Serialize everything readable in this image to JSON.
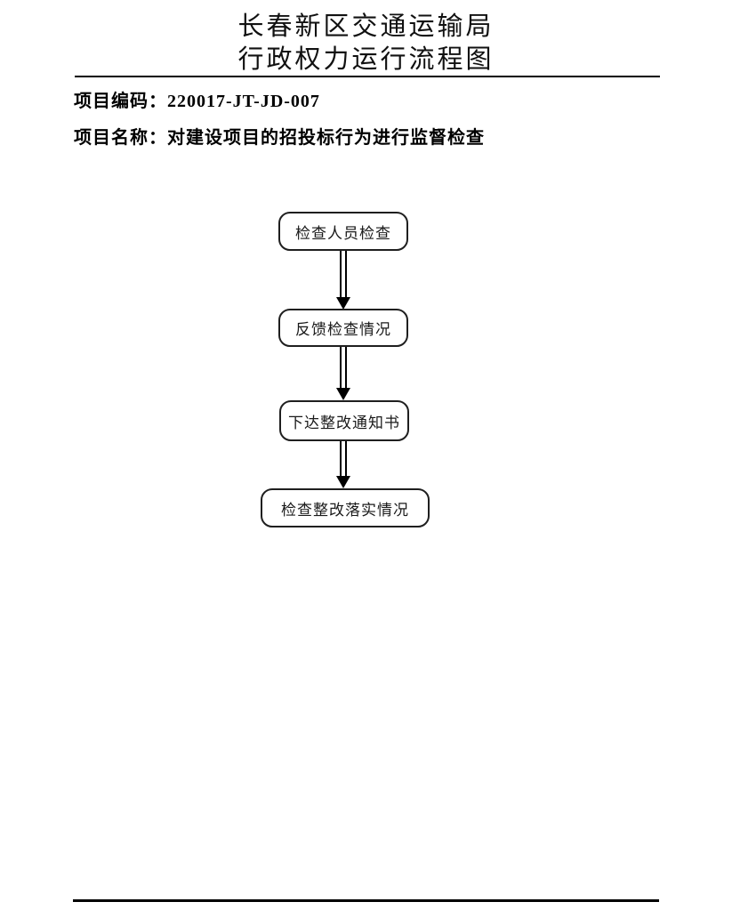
{
  "header": {
    "title_line1": "长春新区交通运输局",
    "title_line2": "行政权力运行流程图"
  },
  "project": {
    "code_label": "项目编码：",
    "code_value": "220017-JT-JD-007",
    "name_label": "项目名称：",
    "name_value": "对建设项目的招投标行为进行监督检查"
  },
  "flowchart": {
    "direction": "vertical",
    "steps": [
      {
        "label": "检查人员检查"
      },
      {
        "label": "反馈检查情况"
      },
      {
        "label": "下达整改通知书"
      },
      {
        "label": "检查整改落实情况"
      }
    ],
    "connections": [
      {
        "from": 0,
        "to": 1
      },
      {
        "from": 1,
        "to": 2
      },
      {
        "from": 2,
        "to": 3
      }
    ]
  },
  "colors": {
    "background": "#ffffff",
    "ink": "#000000",
    "box_border": "#1f1f1f"
  }
}
